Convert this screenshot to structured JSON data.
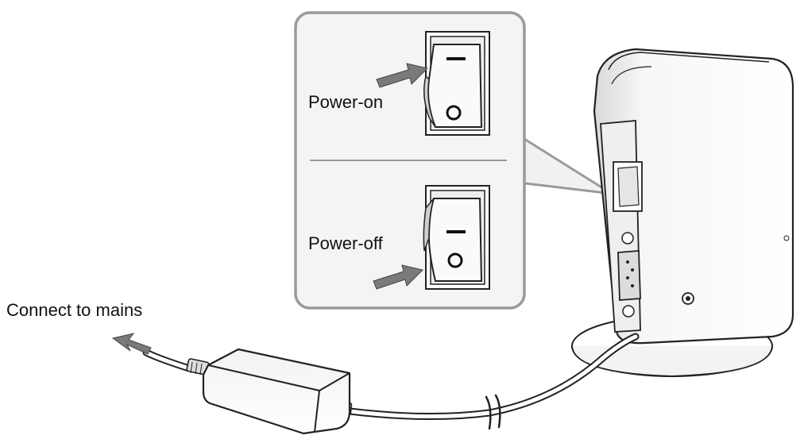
{
  "labels": {
    "power_on": "Power-on",
    "power_off": "Power-off",
    "connect": "Connect to mains"
  },
  "colors": {
    "stroke": "#222222",
    "callout_fill": "#f4f4f4",
    "callout_border": "#9a9a9a",
    "arrow": "#7a7a7a",
    "device_fill": "#fbfbfb"
  },
  "icons": [
    "rocker-switch-on",
    "rocker-switch-off",
    "press-arrow",
    "power-adapter",
    "router-device",
    "serial-port",
    "cable"
  ]
}
